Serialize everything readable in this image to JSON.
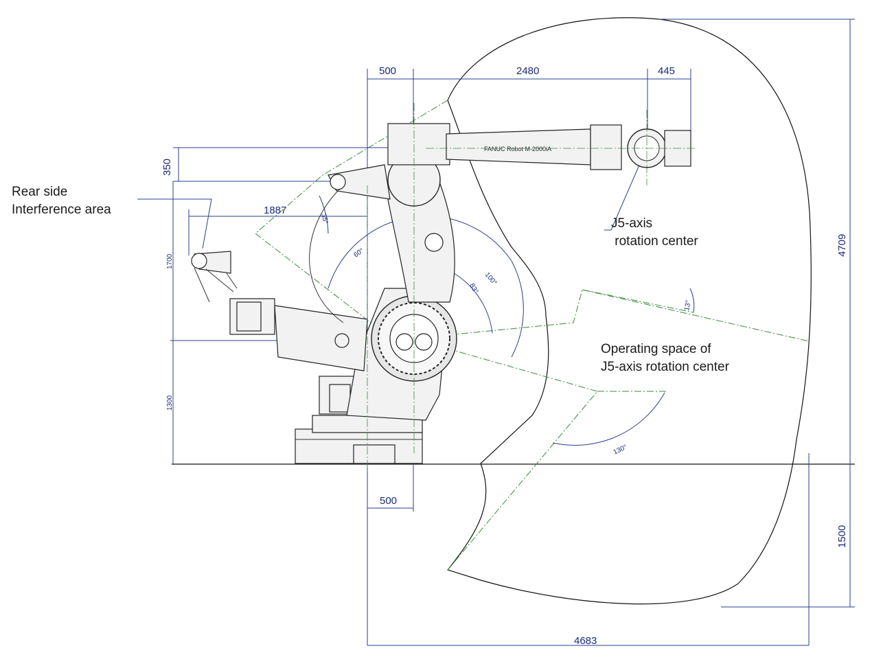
{
  "labels": {
    "rear_side": "Rear side\nInterference area",
    "j5_center": "J5-axis\n rotation center",
    "operating_space": "Operating space of\nJ5-axis rotation center"
  },
  "dimensions": {
    "top_500": "500",
    "top_2480": "2480",
    "top_445": "445",
    "left_350": "350",
    "rear_1887": "1887",
    "left_1700": "1700",
    "left_1300": "1300",
    "right_4709": "4709",
    "right_1500": "1500",
    "bottom_500": "500",
    "bottom_4683": "4683"
  },
  "angles": {
    "a35": "35°",
    "a60": "60°",
    "a100": "100°",
    "a83": "83°",
    "a13": "13°",
    "a130": "130°"
  },
  "arm_text": "FANUC Robot M-2000iA",
  "colors": {
    "dimension": "#2a3c8c",
    "range_lines": "#3a8a3a",
    "outline": "#111111"
  }
}
